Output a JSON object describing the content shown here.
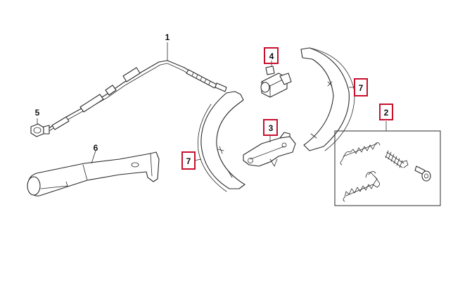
{
  "callouts": [
    {
      "id": "1",
      "text": "1"
    },
    {
      "id": "2",
      "text": "2"
    },
    {
      "id": "3",
      "text": "3"
    },
    {
      "id": "4",
      "text": "4"
    },
    {
      "id": "5",
      "text": "5"
    },
    {
      "id": "6",
      "text": "6"
    },
    {
      "id": "7a",
      "text": "7"
    },
    {
      "id": "7b",
      "text": "7"
    }
  ],
  "colors": {
    "highlight": "#c8102e",
    "line": "#2a2a2a",
    "background": "#ffffff"
  }
}
